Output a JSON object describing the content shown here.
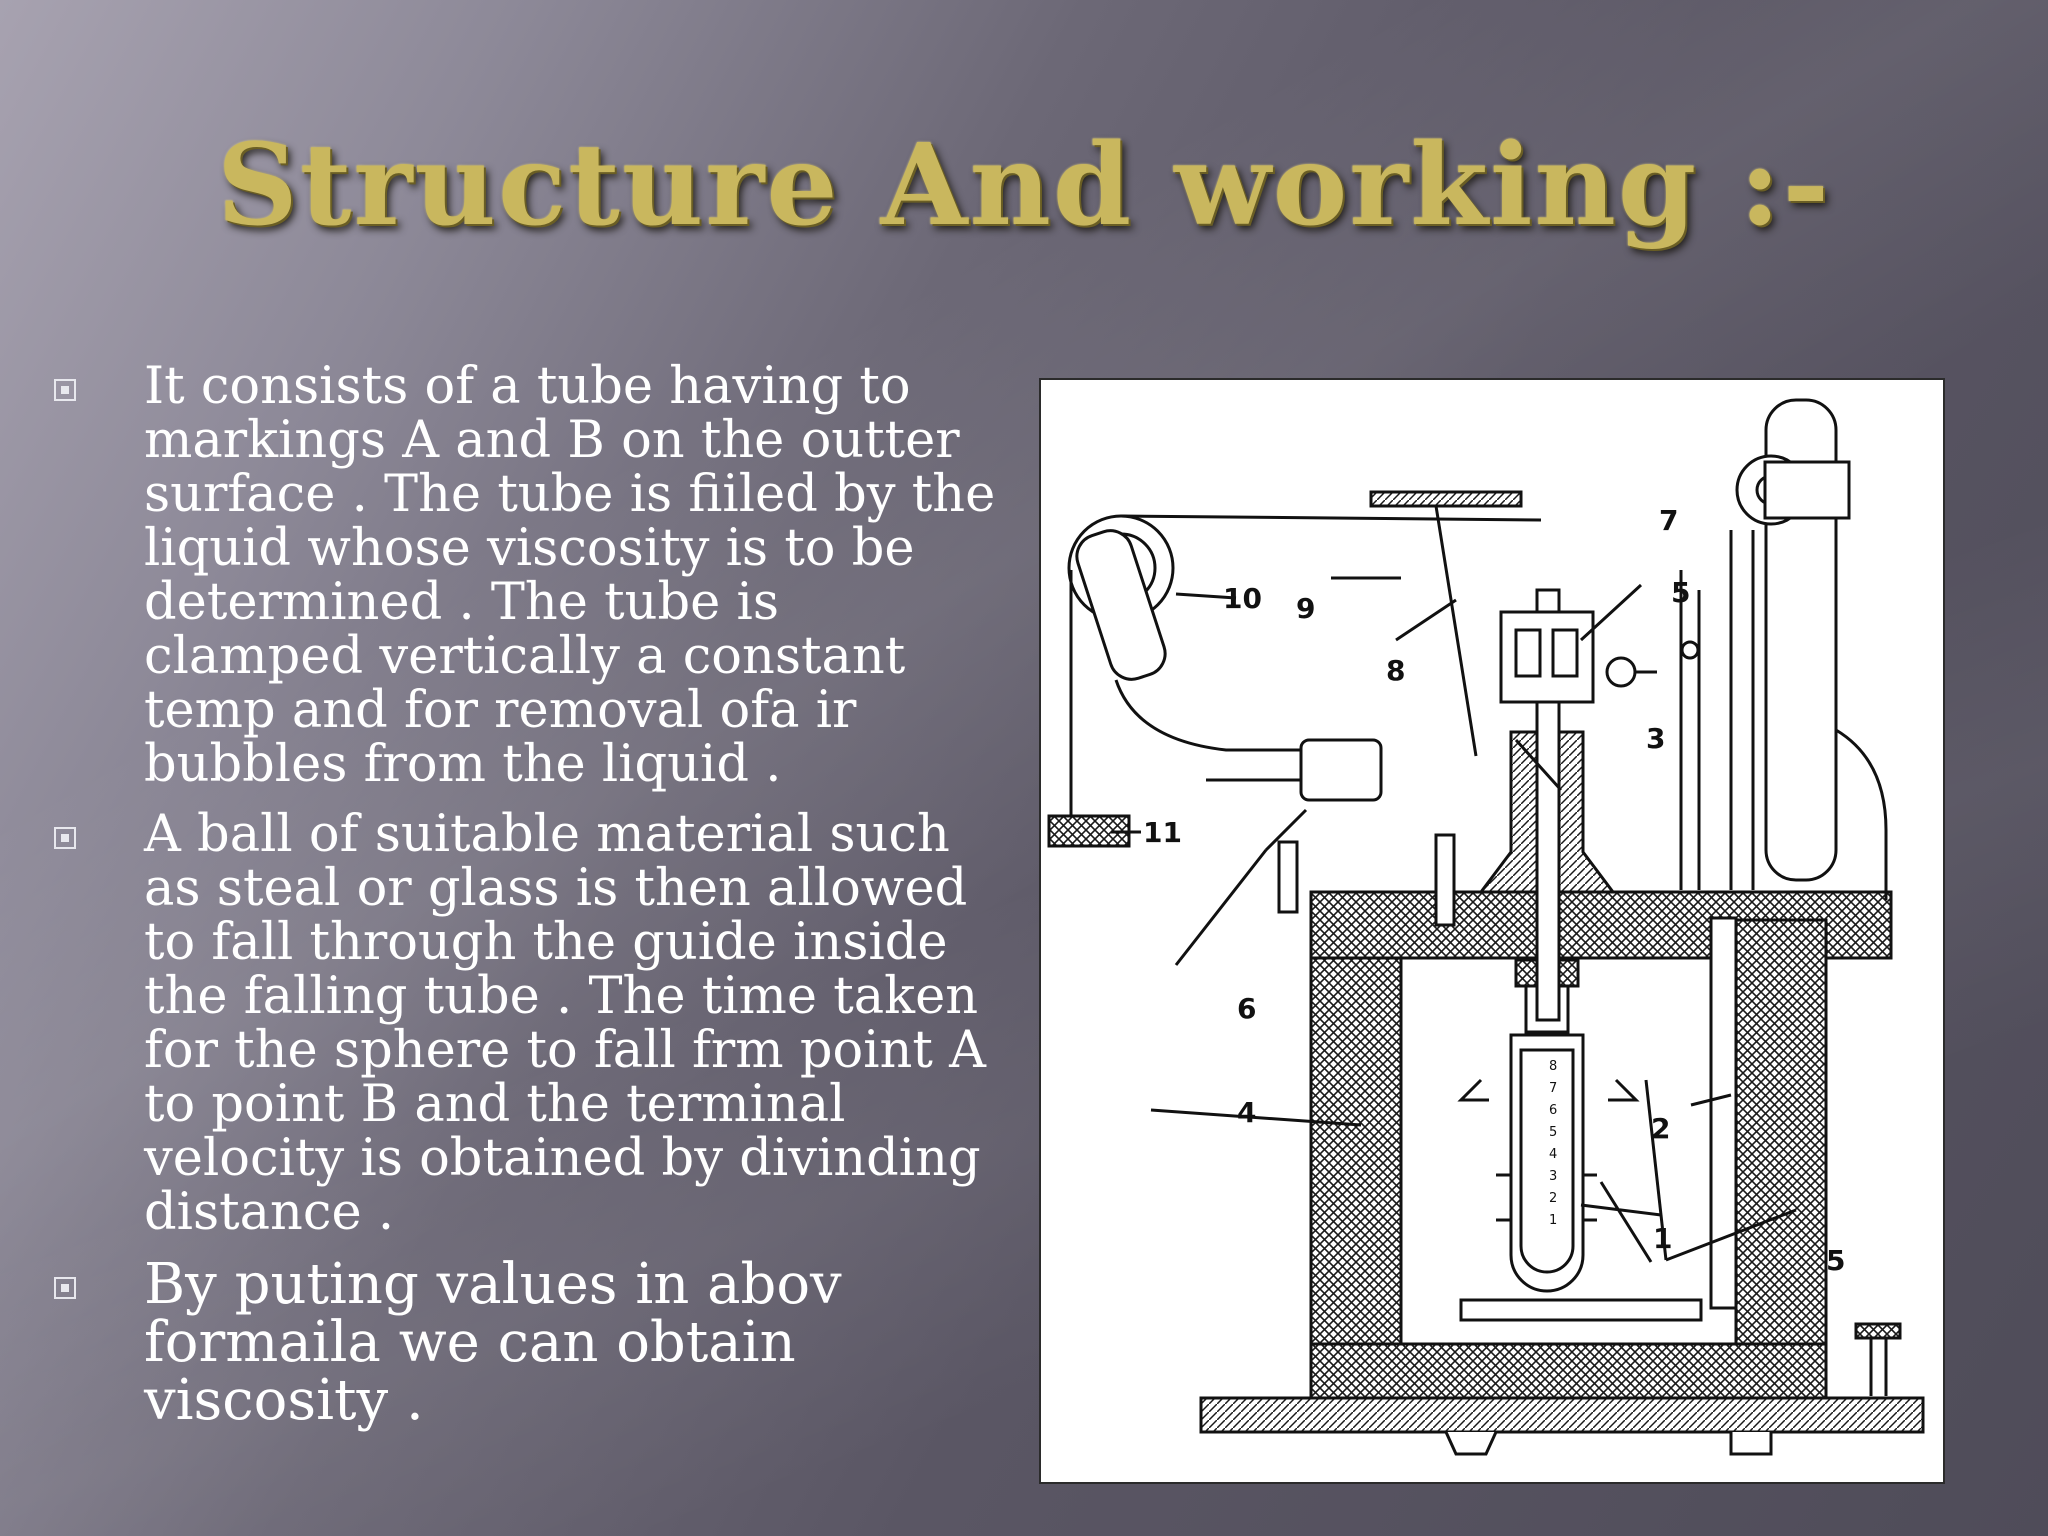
{
  "slide": {
    "title": "Structure And working :-",
    "bullets": [
      "It consists  of a tube having to markings A and B on the outter surface . The tube is fiiled by the liquid whose viscosity is to be determined . The tube is clamped vertically a constant temp and for removal ofa ir bubbles from the liquid .",
      " A ball of suitable material such as steal or glass is then allowed to fall through the guide inside the falling tube . The time taken for the sphere to fall frm point A to point B and the terminal velocity is obtained by divinding distance .",
      "By puting values in abov formaila we can obtain viscosity ."
    ]
  },
  "figure": {
    "labels": [
      "10",
      "9",
      "7",
      "5",
      "8",
      "3",
      "11",
      "6",
      "2",
      "4",
      "1",
      "5"
    ],
    "scale_marks": [
      "8",
      "7",
      "6",
      "5",
      "4",
      "3",
      "2",
      "1"
    ]
  },
  "colors": {
    "title": "#c9b75e",
    "text": "#ffffff",
    "figure_bg": "#ffffff"
  }
}
